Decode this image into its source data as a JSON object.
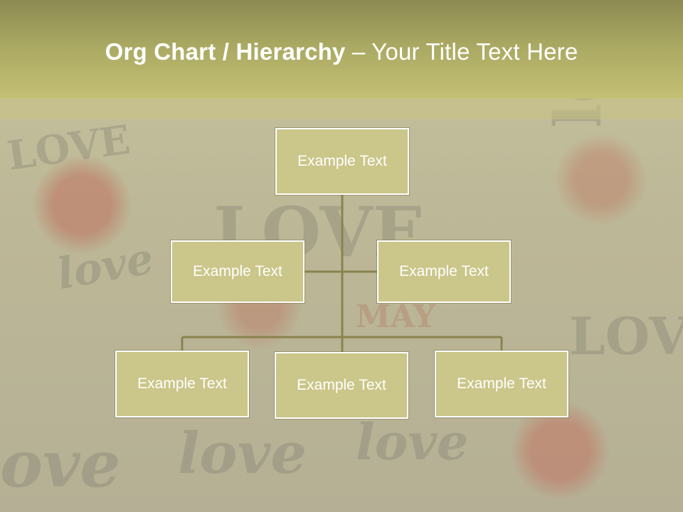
{
  "title": {
    "bold_part": "Org Chart / Hierarchy",
    "separator": " – ",
    "rest_part": "Your Title Text Here"
  },
  "org_chart": {
    "root": "Example Text",
    "level2": [
      "Example Text",
      "Example Text"
    ],
    "level3": [
      "Example Text",
      "Example Text",
      "Example Text"
    ]
  },
  "colors": {
    "header": "#a9a862",
    "node_fill": "#cbc689",
    "node_border": "#ffffff",
    "connector": "#8a8350"
  }
}
